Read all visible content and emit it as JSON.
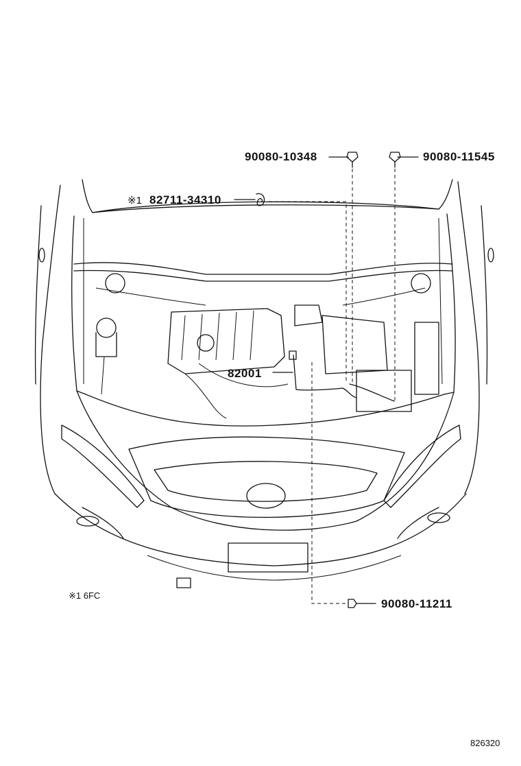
{
  "parts": {
    "bolt_top_left": "90080-10348",
    "bolt_top_right": "90080-11545",
    "clamp_mark": "※1",
    "clamp": "82711-34310",
    "wire": "82001",
    "bolt_bottom": "90080-11211"
  },
  "footnote": "※1 6FC",
  "diagram_id": "826320"
}
